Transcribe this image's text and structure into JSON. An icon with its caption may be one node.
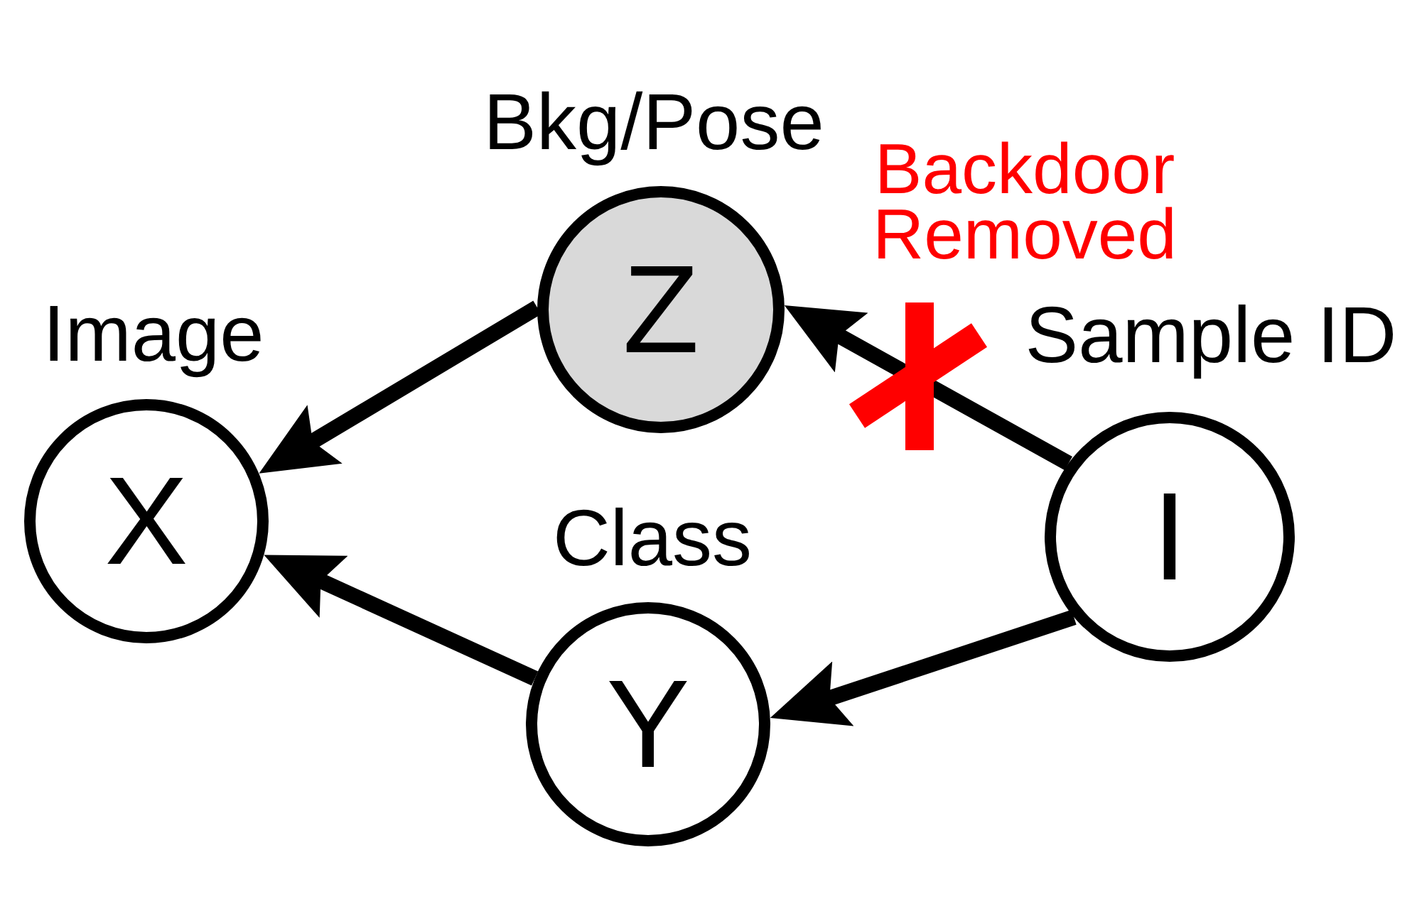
{
  "diagram": {
    "nodes": [
      {
        "text": [
          "Image",
          "X"
        ]
      },
      {
        "text": [
          "Bkg/Pose",
          "Z"
        ]
      },
      {
        "text": [
          "Class",
          "Y"
        ]
      },
      {
        "text": [
          "Sample ID",
          "I"
        ]
      }
    ],
    "edges": [
      {
        "from": 1,
        "to": 0,
        "arrow": "to"
      },
      {
        "from": 2,
        "to": 0,
        "arrow": "to"
      },
      {
        "from": 3,
        "to": 1,
        "arrow": "to",
        "label": "Backdoor Removed"
      },
      {
        "from": 3,
        "to": 2,
        "arrow": "to"
      }
    ]
  }
}
